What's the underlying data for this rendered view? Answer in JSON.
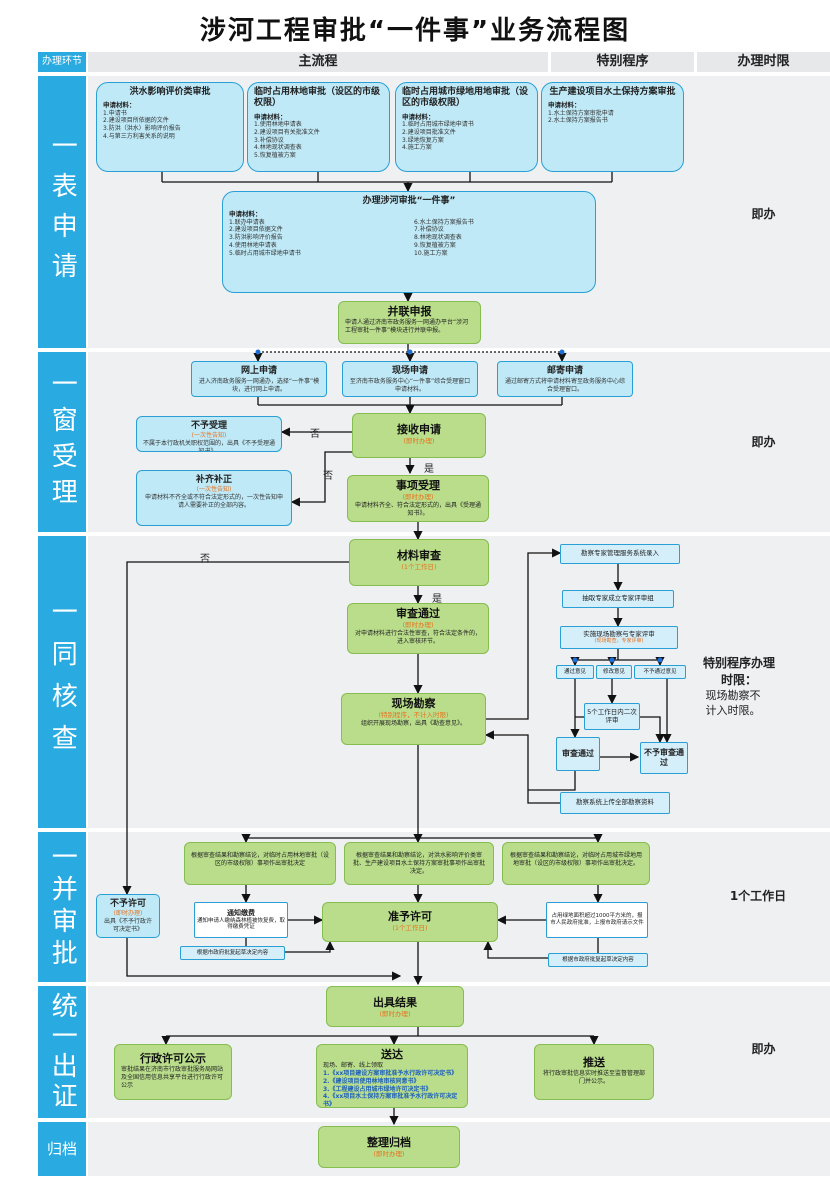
{
  "title": "涉河工程审批“一件事”业务流程图",
  "headers": {
    "stage": "办理环节",
    "main": "主流程",
    "special": "特别程序",
    "time": "办理时限"
  },
  "stages": [
    "一表申请",
    "一窗受理",
    "一同核查",
    "一并审批",
    "统一出证",
    "归档"
  ],
  "times": {
    "apply": "即办",
    "accept": "即办",
    "check_title": "特别程序办理时限：",
    "check_note": "现场勘察不计入时限。",
    "approve": "1个工作日",
    "issue": "即办"
  },
  "apply": {
    "boxes": [
      {
        "title": "洪水影响评价类审批",
        "mat": "申请材料：",
        "items": [
          "1.申请书",
          "2.建设项目所依据的文件",
          "3.防洪（洪水）影响评价报告",
          "4.与第三方利害关系的说明"
        ]
      },
      {
        "title": "临时占用林地审批（设区的市级权限）",
        "mat": "申请材料：",
        "items": [
          "1.使用林地申请表",
          "2.建设项目有关批准文件",
          "3.补偿协议",
          "4.林地现状调查表",
          "5.恢复植被方案"
        ]
      },
      {
        "title": "临时占用城市绿地用地审批（设区的市级权限）",
        "mat": "申请材料：",
        "items": [
          "1.临时占用城市绿地申请书",
          "2.建设项目批准文件",
          "3.绿地恢复方案",
          "4.施工方案"
        ]
      },
      {
        "title": "生产建设项目水土保持方案审批",
        "mat": "申请材料：",
        "items": [
          "1.水土保持方案审批申请",
          "2.水土保持方案报告书"
        ]
      }
    ],
    "combined": {
      "title": "办理涉河审批“一件事”",
      "mat": "申请材料：",
      "items": [
        "1.联办申请表",
        "2.建设项目依据文件",
        "3.防洪影响评价报告",
        "4.使用林地申请表",
        "5.临时占用城市绿地申请书",
        "6.水土保持方案报告书",
        "7.补偿协议",
        "8.林地现状调查表",
        "9.恢复植被方案",
        "10.施工方案"
      ]
    },
    "joint": {
      "title": "并联申报",
      "desc": "申请人通过济南市政务服务一网通办平台“涉河工程审批一件事”模块进行并联申报。"
    }
  },
  "accept": {
    "online": {
      "title": "网上申请",
      "desc": "进入济南政务服务一网通办，选择“一件事”模块，进行网上申请。"
    },
    "onsite": {
      "title": "现场申请",
      "desc": "至济南市政务服务中心“一件事”综合受理窗口申请材料。"
    },
    "mail": {
      "title": "邮寄申请",
      "desc": "通过邮寄方式将申请材料寄至政务服务中心综合受理窗口。"
    },
    "receive": {
      "title": "接收申请",
      "sub": "(即时办理)"
    },
    "reject": {
      "title": "不予受理",
      "sub": "(一次性告知)",
      "desc": "不属于本行政机关职权范围的，出具《不予受理通知书》。"
    },
    "supplement": {
      "title": "补齐补正",
      "sub": "(一次性告知)",
      "desc": "申请材料不齐全或不符合法定形式的，一次性告知申请人需要补正的全部内容。"
    },
    "accepted": {
      "title": "事项受理",
      "sub": "(即时办理)",
      "desc": "申请材料齐全、符合法定形式的，出具《受理通知书》。"
    },
    "no": "否",
    "no2": "否",
    "yes": "是"
  },
  "check": {
    "material": {
      "title": "材料审查",
      "sub": "(1个工作日)"
    },
    "pass": {
      "title": "审查通过",
      "sub": "(即时办理)",
      "desc": "对申请材料进行合法性审查，符合法定条件的，进入审核环节。"
    },
    "survey": {
      "title": "现场勘察",
      "sub": "(特别程序，不计入时限)",
      "desc": "组织开展现场勘察，出具《勘查意见》。"
    },
    "no": "否",
    "yes": "是",
    "steps": [
      "勘察专家管理服务系统录入",
      "抽取专家成立专家评审组",
      "实施现场勘察与专家评审"
    ],
    "step3_note": "(现场勘查，专家评审)",
    "opinions": [
      "通过意见",
      "修改意见",
      "不予通过意见"
    ],
    "second": "5个工作日内二次评审",
    "ok": "审查通过",
    "fail": "不予审查通过",
    "upload": "勘察系统上传全部勘察资料"
  },
  "approve": {
    "dec1": "根据审查结果和勘察结论，对临时占用林地审批（设区的市级权限）事项作出审批决定",
    "dec2": "根据审查结果和勘察结论，对洪水影响评价类审批、生产建设项目水土保持方案审批事项作出审批决定。",
    "dec3": "根据审查结果和勘察结论，对临时占用城市绿地用地审批（设区的市级权限）事项作出审批决定。",
    "noperm": {
      "title": "不予许可",
      "sub": "(即时办理)",
      "desc": "出具《不予行政许可决定书》"
    },
    "fee": {
      "title": "通知缴费",
      "desc": "通知申请人缴纳森林植被恢复费，取得缴费凭证"
    },
    "permit": {
      "title": "准予许可",
      "sub": "(1个工作日)"
    },
    "area": "占用绿地面积超过1000平方米的，报市人民政府批准，上报市政府请示文件",
    "note1": "根据市政府批复起草决定内容",
    "note2": "根据市政府批复起草决定内容"
  },
  "issue": {
    "result": {
      "title": "出具结果",
      "sub": "(即时办理)"
    },
    "publicity": {
      "title": "行政许可公示",
      "desc": "审批结果在济南市行政审批服务局网站及全国信用信息共享平台进行行政许可公示"
    },
    "deliver": {
      "title": "送达",
      "lead": "现场、邮寄、线上领取",
      "items": [
        "1.《xx项目建设方案审批准予水行政许可决定书》",
        "2.《建设项目使用林地审核同意书》",
        "3.《工程建设占用城市绿地许可决定书》",
        "4.《xx项目水土保持方案审批准予水行政许可决定书》"
      ]
    },
    "push": {
      "title": "推送",
      "desc": "将行政审批信息实时推送至监督管理部门并公示。"
    }
  },
  "archive": {
    "title": "整理归档",
    "sub": "(即时办理)"
  }
}
